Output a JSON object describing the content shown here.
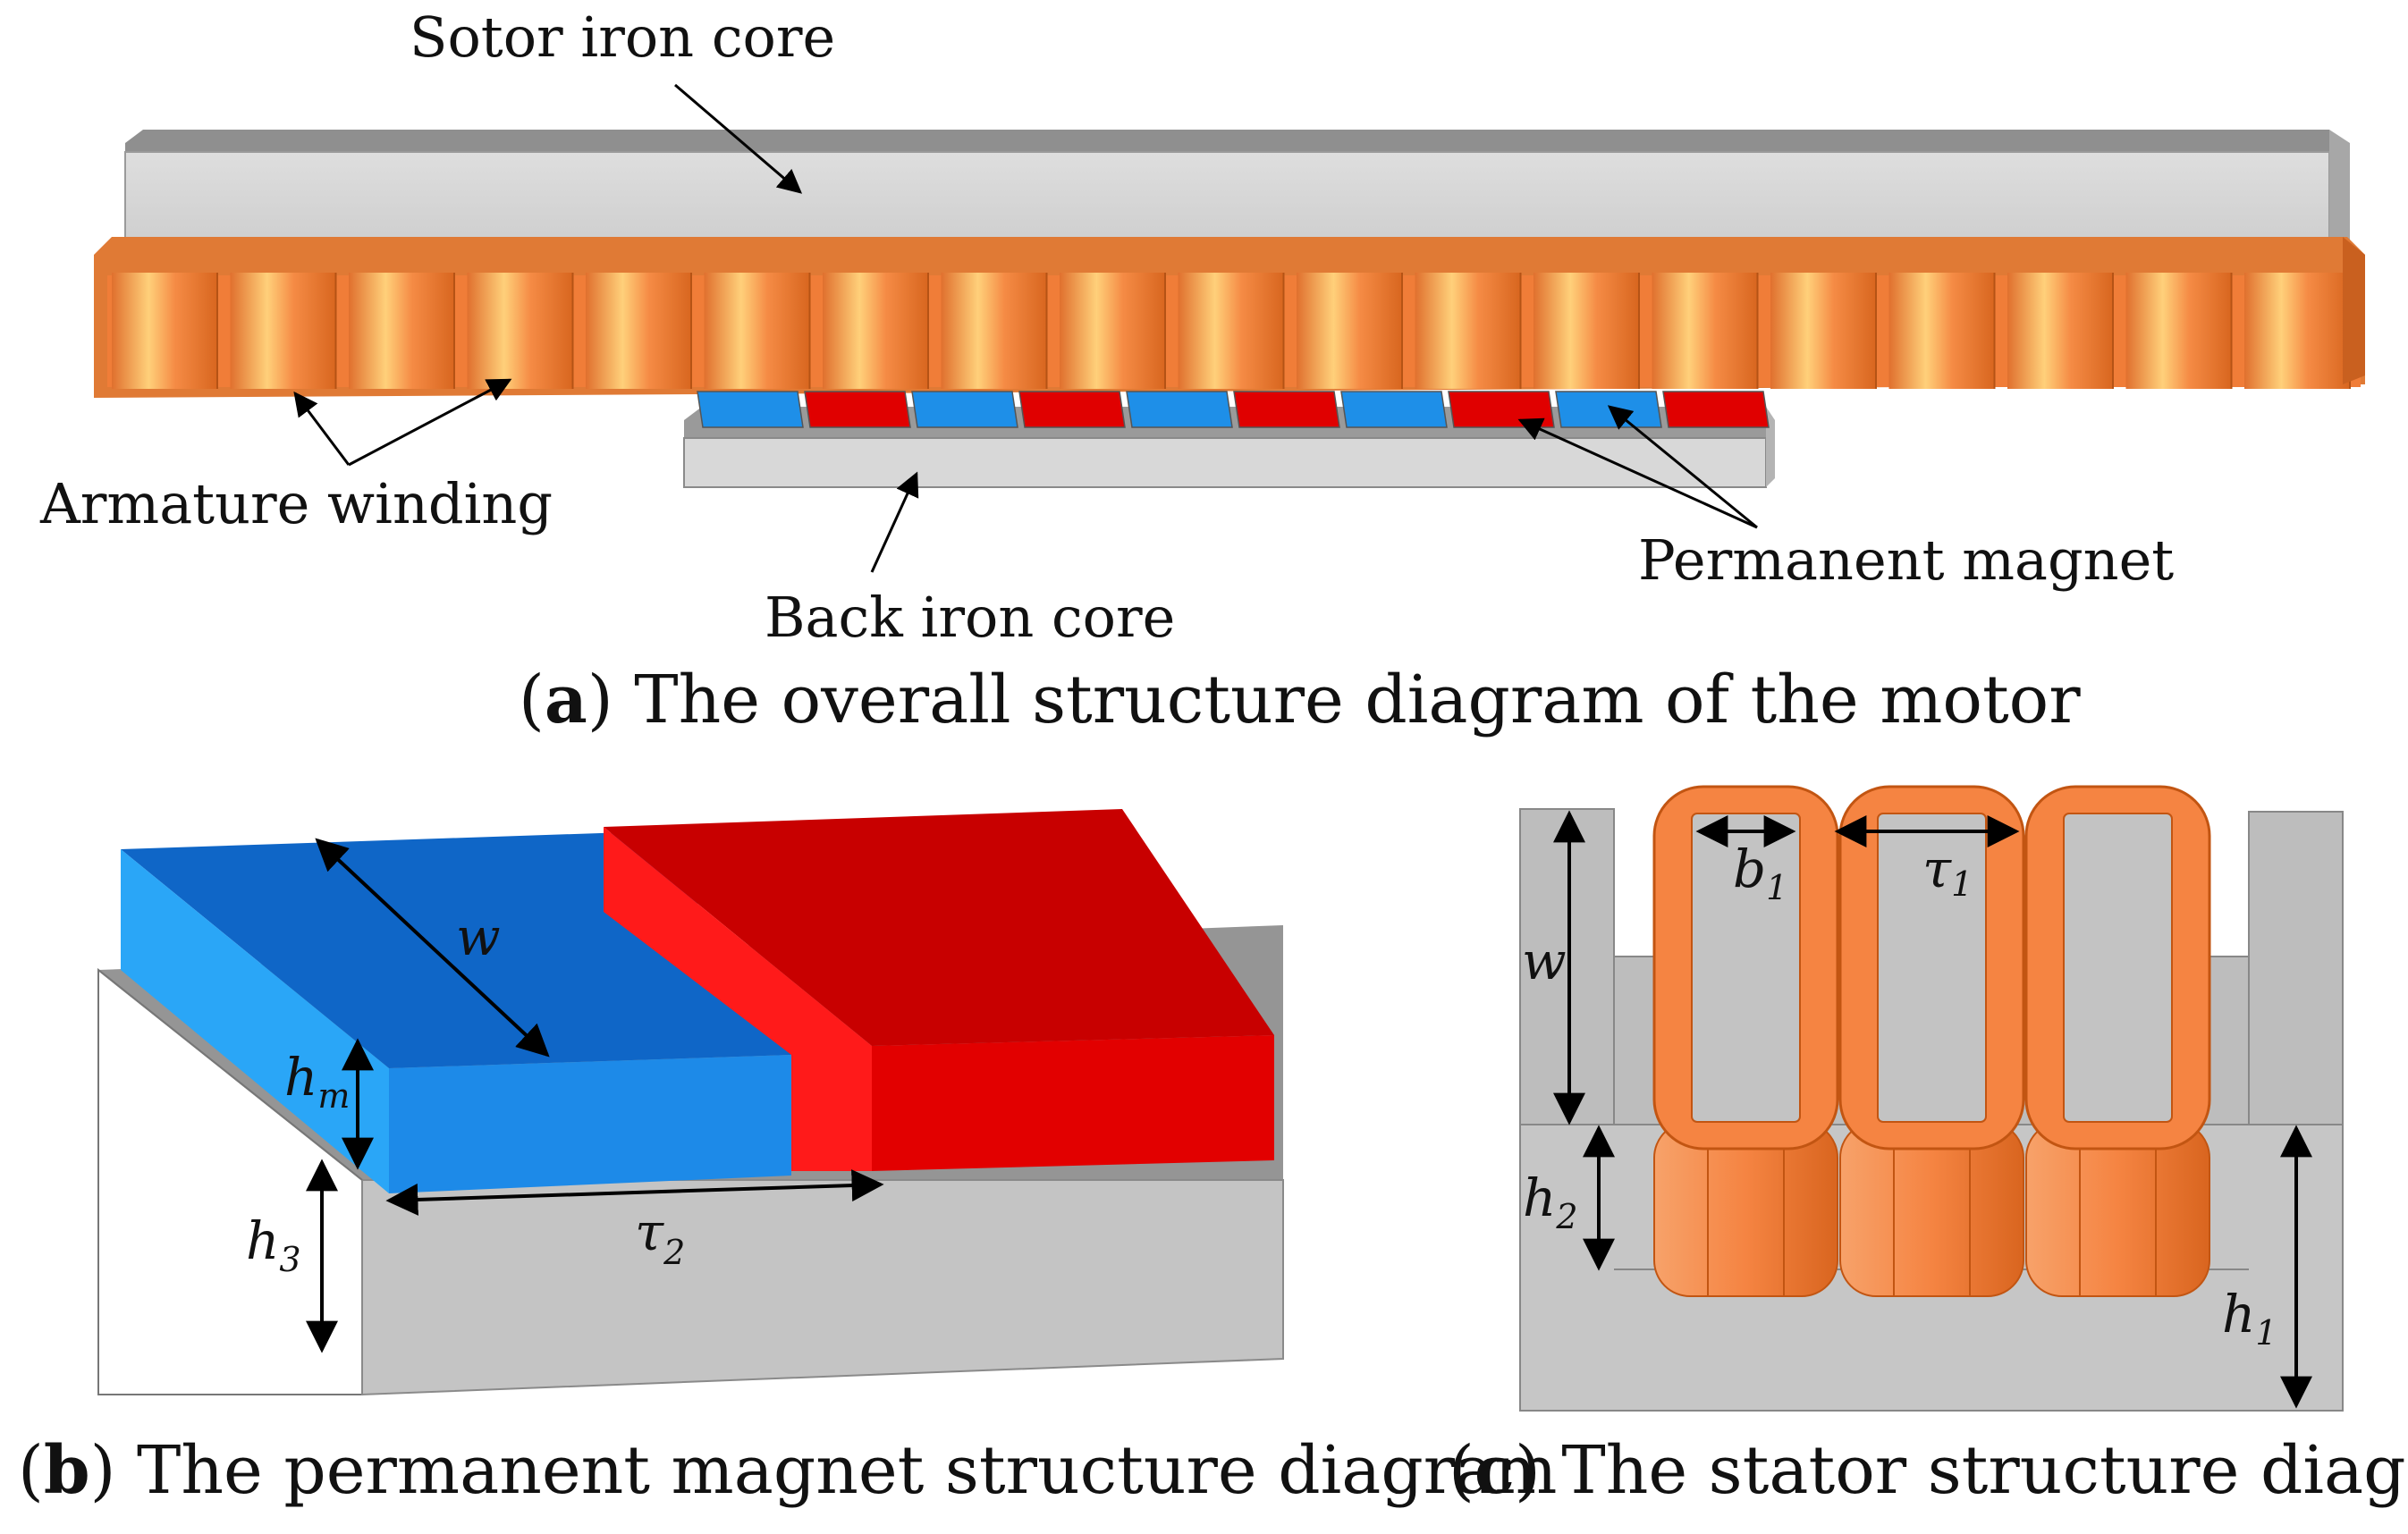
{
  "panel_a": {
    "labels": {
      "sotor_iron_core": "Sotor iron core",
      "armature_winding": "Armature winding",
      "back_iron_core": "Back iron core",
      "permanent_magnet": "Permanent magnet"
    },
    "caption": {
      "letter": "a",
      "text": "The overall structure diagram of the motor"
    }
  },
  "panel_b": {
    "symbols": {
      "w": "w",
      "hm": "h",
      "hm_sub": "m",
      "h3": "h",
      "h3_sub": "3",
      "tau2": "τ",
      "tau2_sub": "2"
    },
    "caption": {
      "letter": "b",
      "text": "The permanent magnet structure diagram"
    }
  },
  "panel_c": {
    "symbols": {
      "b1": "b",
      "b1_sub": "1",
      "tau1": "τ",
      "tau1_sub": "1",
      "w": "w",
      "h2": "h",
      "h2_sub": "2",
      "h1": "h",
      "h1_sub": "1"
    },
    "caption": {
      "letter": "c",
      "text": "The stator structure diagram"
    }
  },
  "colors": {
    "iron_light": "#d3d3d3",
    "iron_dark": "#8c8c8c",
    "coil_orange": "#f58442",
    "magnet_blue": "#1e8fe8",
    "magnet_red": "#e00000"
  }
}
